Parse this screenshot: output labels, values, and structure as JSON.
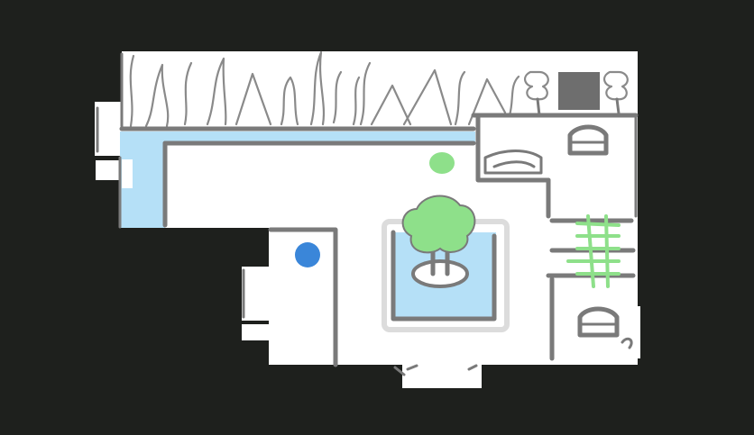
{
  "scene": {
    "kind": "hand-drawn top-down level map",
    "colors": {
      "background": "#1e201d",
      "floor": "#ffffff",
      "wall": "#7a7a7a",
      "water": "#b5e0f7",
      "plant": "#8ee08a",
      "pool_rim": "#dcdcdc"
    },
    "markers": [
      {
        "id": "player",
        "icon": "blue-dot",
        "color": "#3a86d9"
      },
      {
        "id": "goal",
        "icon": "green-dot",
        "color": "#8ee08a"
      }
    ],
    "icons": [
      "grass-tufts",
      "bushes",
      "dark-crate",
      "bench",
      "fountain-tree",
      "ladder",
      "doorway"
    ]
  }
}
